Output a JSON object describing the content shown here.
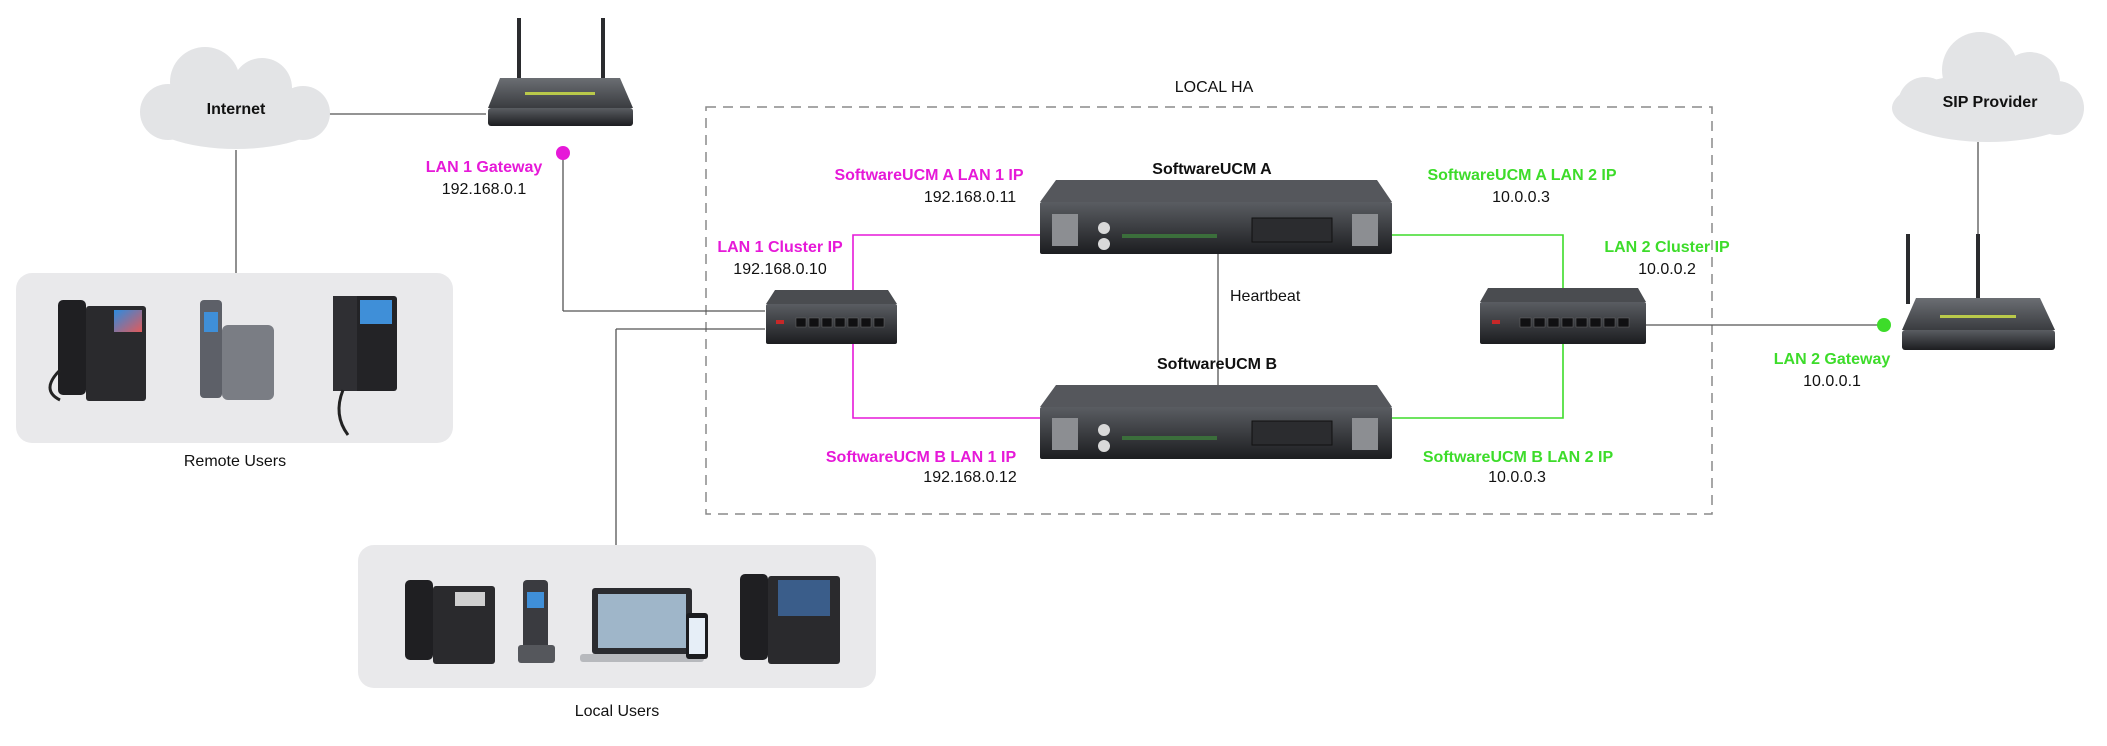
{
  "title": "LOCAL HA",
  "clouds": {
    "internet": "Internet",
    "sip_provider": "SIP Provider"
  },
  "lan1_gateway": {
    "label": "LAN 1 Gateway",
    "ip": "192.168.0.1"
  },
  "lan2_gateway": {
    "label": "LAN 2 Gateway",
    "ip": "10.0.0.1"
  },
  "lan1_cluster": {
    "label": "LAN 1 Cluster IP",
    "ip": "192.168.0.10"
  },
  "lan2_cluster": {
    "label": "LAN 2 Cluster IP",
    "ip": "10.0.0.2"
  },
  "ucm_a": {
    "name": "SoftwareUCM A",
    "lan1": {
      "label": "SoftwareUCM A LAN 1 IP",
      "ip": "192.168.0.11"
    },
    "lan2": {
      "label": "SoftwareUCM A LAN 2 IP",
      "ip": "10.0.0.3"
    }
  },
  "ucm_b": {
    "name": "SoftwareUCM B",
    "lan1": {
      "label": "SoftwareUCM B LAN 1 IP",
      "ip": "192.168.0.12"
    },
    "lan2": {
      "label": "SoftwareUCM B LAN 2 IP",
      "ip": "10.0.0.3"
    }
  },
  "heartbeat": "Heartbeat",
  "remote_users": "Remote Users",
  "local_users": "Local Users",
  "colors": {
    "lan1": "#e619d8",
    "lan2": "#3ddc2a",
    "line": "#555555"
  }
}
